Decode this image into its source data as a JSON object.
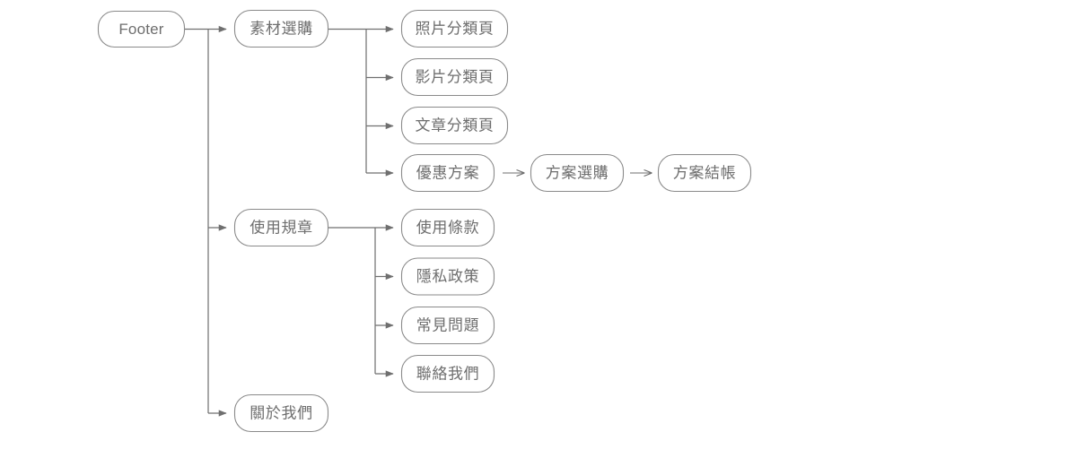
{
  "diagram": {
    "type": "sitemap-flowchart",
    "title": "Footer sitemap flow",
    "colors": {
      "background": "#ffffff",
      "node_border": "#8a8a8a",
      "node_fill": "#ffffff",
      "text": "#6e6e6e",
      "connector": "#6f6f6f"
    },
    "nodes": {
      "root": {
        "label": "Footer"
      },
      "level1": [
        {
          "label": "素材選購"
        },
        {
          "label": "使用規章"
        },
        {
          "label": "關於我們"
        }
      ],
      "material_children": [
        {
          "label": "照片分類頁"
        },
        {
          "label": "影片分類頁"
        },
        {
          "label": "文章分類頁"
        },
        {
          "label": "優惠方案"
        }
      ],
      "plan_chain": [
        {
          "label": "方案選購"
        },
        {
          "label": "方案結帳"
        }
      ],
      "rules_children": [
        {
          "label": "使用條款"
        },
        {
          "label": "隱私政策"
        },
        {
          "label": "常見問題"
        },
        {
          "label": "聯絡我們"
        }
      ]
    },
    "edges": [
      {
        "from": "Footer",
        "to": "素材選購"
      },
      {
        "from": "Footer",
        "to": "使用規章"
      },
      {
        "from": "Footer",
        "to": "關於我們"
      },
      {
        "from": "素材選購",
        "to": "照片分類頁"
      },
      {
        "from": "素材選購",
        "to": "影片分類頁"
      },
      {
        "from": "素材選購",
        "to": "文章分類頁"
      },
      {
        "from": "素材選購",
        "to": "優惠方案"
      },
      {
        "from": "優惠方案",
        "to": "方案選購"
      },
      {
        "from": "方案選購",
        "to": "方案結帳"
      },
      {
        "from": "使用規章",
        "to": "使用條款"
      },
      {
        "from": "使用規章",
        "to": "隱私政策"
      },
      {
        "from": "使用規章",
        "to": "常見問題"
      },
      {
        "from": "使用規章",
        "to": "聯絡我們"
      }
    ]
  }
}
